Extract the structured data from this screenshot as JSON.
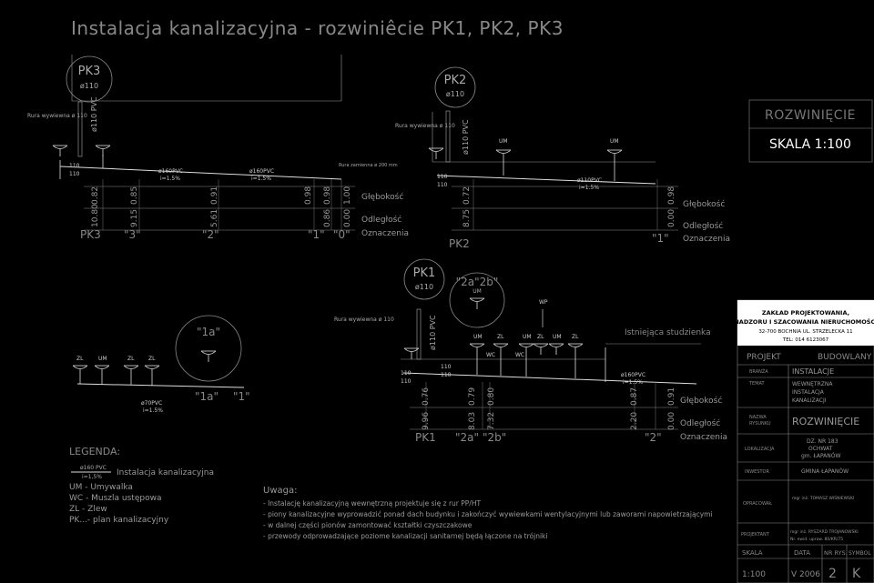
{
  "title": "Instalacja kanalizacyjna - rozwiniêcie PK1, PK2, PK3",
  "stamp": {
    "rozwiniecie": "ROZWINIĘCIE",
    "skala": "SKALA 1:100"
  },
  "pk3": {
    "circle": "PK3",
    "circle_sub": "ø110",
    "ruru": "Rura wywiewna ø 110",
    "riser": "ø110 PVC",
    "pipe_a": "ø160PVC",
    "pipe_a_slope": "i=1.5%",
    "pipe_b": "ø160PVC",
    "pipe_b_slope": "i=1.5%",
    "small_top": "110",
    "small_bot": "110",
    "label": "PK3",
    "nodes": [
      "\"3\"",
      "\"2\"",
      "\"1\"",
      "\"0\""
    ],
    "depths": [
      "0.82",
      "0.85",
      "0.91",
      "0.98",
      "0.98",
      "1.00"
    ],
    "distances": [
      "10.80",
      "9.15",
      "5.61",
      "0.86",
      "0.00"
    ],
    "rura_zamienna": "Rura zamienna ø 200 mm",
    "row_depth": "Głębokość",
    "row_dist": "Odległość",
    "row_mark": "Oznaczenia"
  },
  "pk2": {
    "circle": "PK2",
    "circle_sub": "ø110",
    "ruru": "Rura wywiewna ø 110",
    "riser": "ø110 PVC",
    "um": [
      "UM",
      "UM"
    ],
    "pipe": "ø110PVC",
    "slope": "i=1.5%",
    "small_top": "110",
    "small_bot": "110",
    "depths": [
      "0.72",
      "0.98"
    ],
    "distances": [
      "8.75",
      "0.00"
    ],
    "label": "PK2",
    "node": "\"1\"",
    "row_depth": "Głębokość",
    "row_dist": "Odległość",
    "row_mark": "Oznaczenia"
  },
  "pk1": {
    "circle": "PK1",
    "circle_sub": "ø110",
    "bubble": "\"2a\"2b\"",
    "bubble_sub": "UM",
    "ruru": "Rura wywiewna ø 110",
    "riser": "ø110 PVC",
    "fixtures": [
      "UM",
      "ZL",
      "UM",
      "ZL",
      "UM",
      "ZL"
    ],
    "wc": [
      "WC",
      "WC"
    ],
    "wp": "WP",
    "existing": "Istniejąca studzienka",
    "pipe": "ø160PVC",
    "slope": "i=1.5%",
    "small_top": "110",
    "small_bot": "110",
    "depths": [
      "0.76",
      "0.79",
      "0.80",
      "0.87",
      "0.91"
    ],
    "distances": [
      "9.96",
      "8.03",
      "7.32",
      "2.20",
      "0.00"
    ],
    "label": "PK1",
    "nodes": [
      "\"2a\"",
      "\"2b\"",
      "\"2\""
    ],
    "row_depth": "Głębokość",
    "row_dist": "Odległość",
    "row_mark": "Oznaczenia"
  },
  "left": {
    "fixtures": [
      "ZL",
      "UM",
      "ZL",
      "ZL"
    ],
    "bubble": "\"1a\"",
    "pipe": "ø70PVC",
    "slope": "i=1.5%",
    "nodes": [
      "\"1a\"",
      "\"1\""
    ]
  },
  "legend": {
    "title": "LEGENDA:",
    "pipe": "ø160 PVC",
    "pipe_slope": "i=1,5%",
    "pipe_desc": "Instalacja kanalizacyjna",
    "items": [
      "UM  -  Umywalka",
      "WC  -  Muszla ustępowa",
      "ZL  -  Zlew",
      "PK...- plan kanalizacyjny"
    ]
  },
  "notes": {
    "title": "Uwaga:",
    "lines": [
      "- Instalację kanalizacyjną wewnętrzną projektuje się z rur PP/HT",
      "- piony kanalizacyjne wyprowadzić ponad dach budynku i zakończyć wywiewkami wentylacyjnymi lub zaworami napowietrzającymi",
      "- w dalnej części pionów zamontować kształtki czyszczakowe",
      "- przewody odprowadzające poziome kanalizacji sanitarnej będą łączone na trójniki"
    ]
  },
  "titleblock": {
    "company": [
      "ZAKŁAD PROJEKTOWANIA,",
      "NADZORU I SZACOWANIA NIERUCHOMOŚCI",
      "32-700 BOCHNIA UL. STRZELECKA 11",
      "TEL: 014 6123067"
    ],
    "projekt": "PROJEKT",
    "budowlany": "BUDOWLANY",
    "branza_l": "BRANŻA",
    "branza_v": "INSTALACJE",
    "temat_l": "TEMAT",
    "temat_v": [
      "WEWNĘTRZNA",
      "INSTALACJA",
      "KANALIZACJI"
    ],
    "nazwa_l": [
      "NAZWA",
      "RYSUNKU"
    ],
    "nazwa_v": "ROZWINIĘCIE",
    "lok_l": "LOKALIZACJA",
    "lok_v": [
      "DZ. NR 183",
      "OCHWAT",
      "gm. ŁAPANÓW"
    ],
    "inw_l": "INWESTOR",
    "inw_v": "GMINA ŁAPANÓW",
    "opr_l": "OPRACOWAŁ",
    "opr_v": "mgr inż. TOMASZ WIŚNIEWSKI",
    "proj_l": "PROJEKTANT",
    "proj_v": [
      "mgr inż. RYSZARD TROJANOWSKI",
      "Nr. ewid. upraw. 80/KR/75"
    ],
    "foot_h": [
      "SKALA",
      "DATA",
      "NR RYS.",
      "SYMBOL"
    ],
    "foot_v": [
      "1:100",
      "V 2006",
      "2",
      "K"
    ]
  }
}
